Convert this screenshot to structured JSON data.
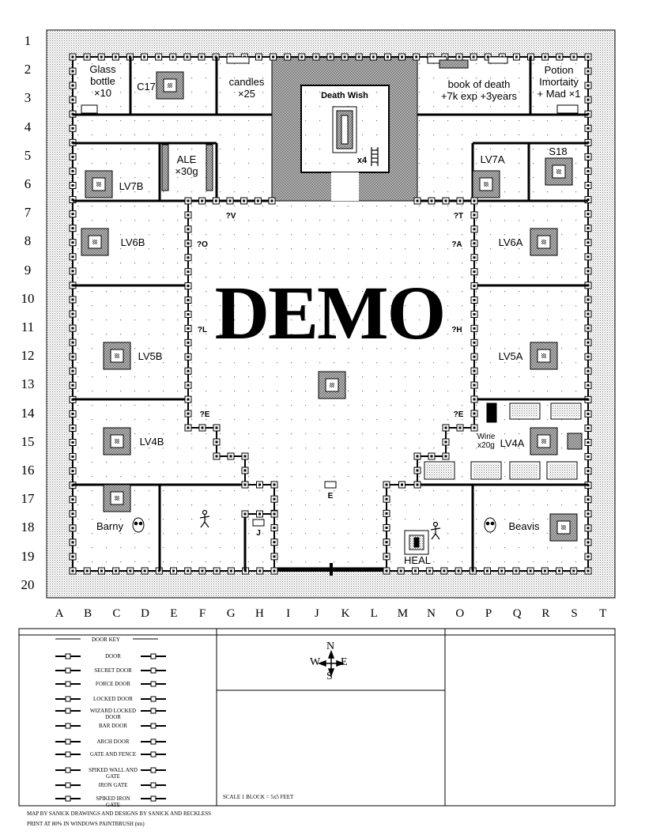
{
  "rows": [
    "1",
    "2",
    "3",
    "4",
    "5",
    "6",
    "7",
    "8",
    "9",
    "10",
    "11",
    "12",
    "13",
    "14",
    "15",
    "16",
    "17",
    "18",
    "19",
    "20"
  ],
  "columns": [
    "A",
    "B",
    "C",
    "D",
    "E",
    "F",
    "G",
    "H",
    "I",
    "J",
    "K",
    "L",
    "M",
    "N",
    "O",
    "P",
    "Q",
    "R",
    "S",
    "T"
  ],
  "watermark": "DEMO",
  "labels": {
    "glass_bottle": [
      "Glass",
      "bottle",
      "×10"
    ],
    "c17": "C17",
    "candles": [
      "candles",
      "×25"
    ],
    "death_wish": "Death Wish",
    "x4": "x4",
    "book_of_death": [
      "book of death",
      "+7k exp +3years"
    ],
    "potion": [
      "Potion",
      "Imortaity",
      "+ Mad ×1"
    ],
    "ale": [
      "ALE",
      "×30g"
    ],
    "lv7b": "LV7B",
    "lv7a": "LV7A",
    "s18": "S18",
    "lv6b": "LV6B",
    "lv6a": "LV6A",
    "lv5b": "LV5B",
    "lv5a": "LV5A",
    "lv4b": "LV4B",
    "lv4a": "LV4A",
    "wine": [
      "Wine",
      "x20g"
    ],
    "barny": "Barny",
    "beavis": "Beavis",
    "heal": "HEAL",
    "e_marker": "E",
    "j_marker": "J",
    "door_v": "?V",
    "door_t": "?T",
    "door_o": "?O",
    "door_a": "?A",
    "door_l": "?L",
    "door_h": "?H",
    "door_e_left": "?E",
    "door_e_right": "?E"
  },
  "legend": {
    "title": "DOOR KEY",
    "items": [
      "DOOR",
      "SECRET DOOR",
      "FORCE DOOR",
      "LOCKED DOOR",
      "WIZARD LOCKED DOOR",
      "BAR DOOR",
      "ARCH DOOR",
      "GATE AND FENCE",
      "SPIKED WALL AND GATE",
      "IRON GATE",
      "SPIKED IRON GATE"
    ],
    "scale": "SCALE 1 BLOCK = 5x5 FEET"
  },
  "compass": {
    "n": "N",
    "s": "S",
    "e": "E",
    "w": "W"
  },
  "footer": {
    "line1": "MAP BY SANICK DRAWINGS AND DESIGNS BY SANICK AND RECKLESS",
    "line2": "PRINT AT 80% IN WINDOWS PAINTBRUSH (tm)"
  }
}
